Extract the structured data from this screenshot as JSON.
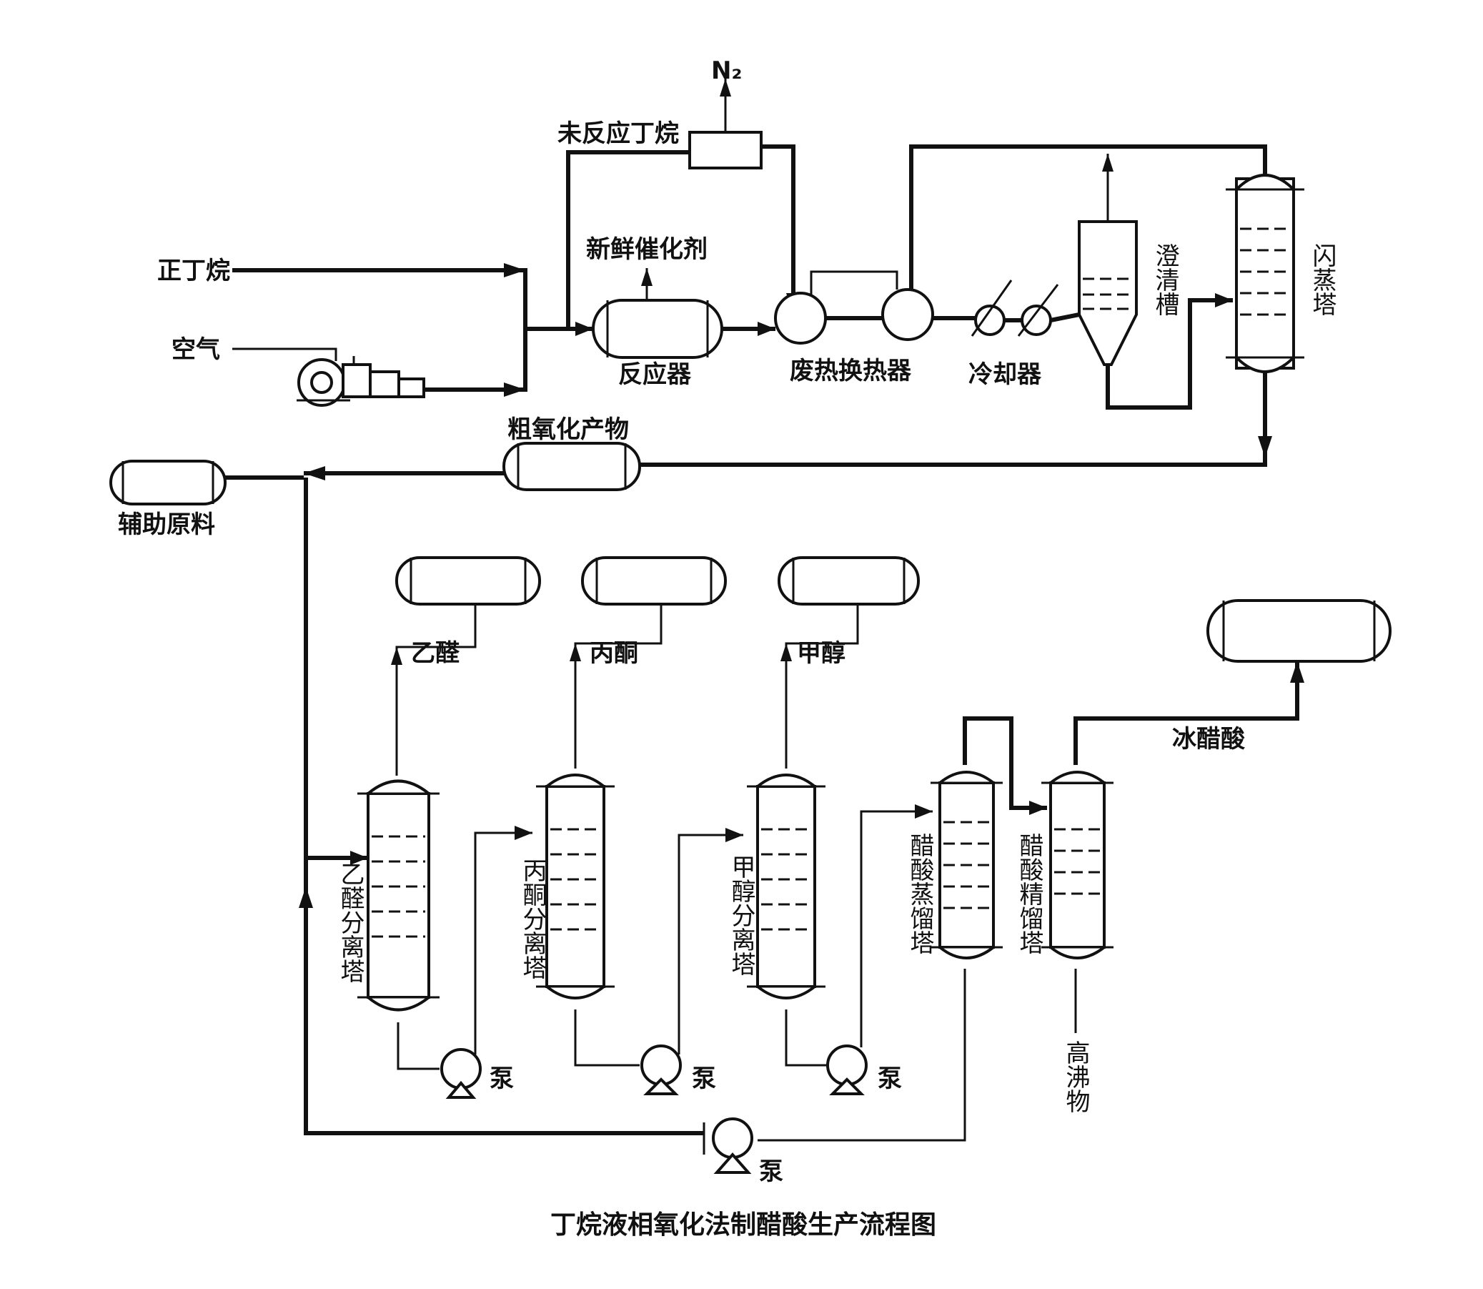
{
  "caption": "丁烷液相氧化法制醋酸生产流程图",
  "labels": {
    "n2": "N₂",
    "unreacted_butane": "未反应丁烷",
    "fresh_catalyst": "新鲜催化剂",
    "n_butane": "正丁烷",
    "air": "空气",
    "reactor": "反应器",
    "waste_heat_exchanger": "废热换热器",
    "cooler": "冷却器",
    "settler": "澄清槽",
    "flash_tower": "闪蒸塔",
    "crude_oxidation_product": "粗氧化产物",
    "auxiliary_feed": "辅助原料",
    "acetaldehyde": "乙醛",
    "acetone": "丙酮",
    "methanol": "甲醇",
    "glacial_acetic_acid": "冰醋酸",
    "acetaldehyde_column": "乙醛分离塔",
    "acetone_column": "丙酮分离塔",
    "methanol_column": "甲醇分离塔",
    "acetic_distill_column": "醋酸蒸馏塔",
    "acetic_refine_column": "醋酸精馏塔",
    "heavy_ends": "高沸物",
    "pump": "泵"
  }
}
